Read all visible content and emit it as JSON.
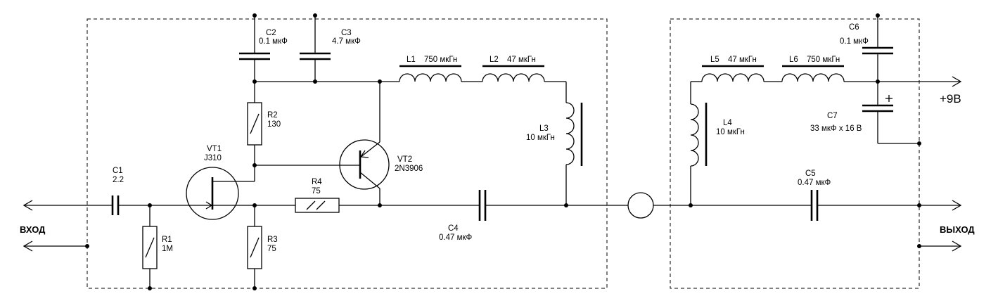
{
  "labels": {
    "input": "ВХОД",
    "output": "ВЫХОД",
    "supply": "+9В"
  },
  "components": {
    "C1": {
      "ref": "C1",
      "value": "2.2"
    },
    "C2": {
      "ref": "C2",
      "value": "0.1 мкФ"
    },
    "C3": {
      "ref": "C3",
      "value": "4.7 мкФ"
    },
    "C4": {
      "ref": "C4",
      "value": "0.47 мкФ"
    },
    "C5": {
      "ref": "C5",
      "value": "0.47 мкФ"
    },
    "C6": {
      "ref": "C6",
      "value": "0.1 мкФ"
    },
    "C7": {
      "ref": "C7",
      "value": "33 мкФ x 16 В",
      "polarity": "+"
    },
    "R1": {
      "ref": "R1",
      "value": "1M"
    },
    "R2": {
      "ref": "R2",
      "value": "130"
    },
    "R3": {
      "ref": "R3",
      "value": "75"
    },
    "R4": {
      "ref": "R4",
      "value": "75"
    },
    "L1": {
      "ref": "L1",
      "value": "750 мкГн"
    },
    "L2": {
      "ref": "L2",
      "value": "47 мкГн"
    },
    "L3": {
      "ref": "L3",
      "value": "10 мкГн"
    },
    "L4": {
      "ref": "L4",
      "value": "10 мкГн"
    },
    "L5": {
      "ref": "L5",
      "value": "47 мкГн"
    },
    "L6": {
      "ref": "L6",
      "value": "750 мкГн"
    },
    "VT1": {
      "ref": "VT1",
      "value": "J310"
    },
    "VT2": {
      "ref": "VT2",
      "value": "2N3906"
    }
  }
}
